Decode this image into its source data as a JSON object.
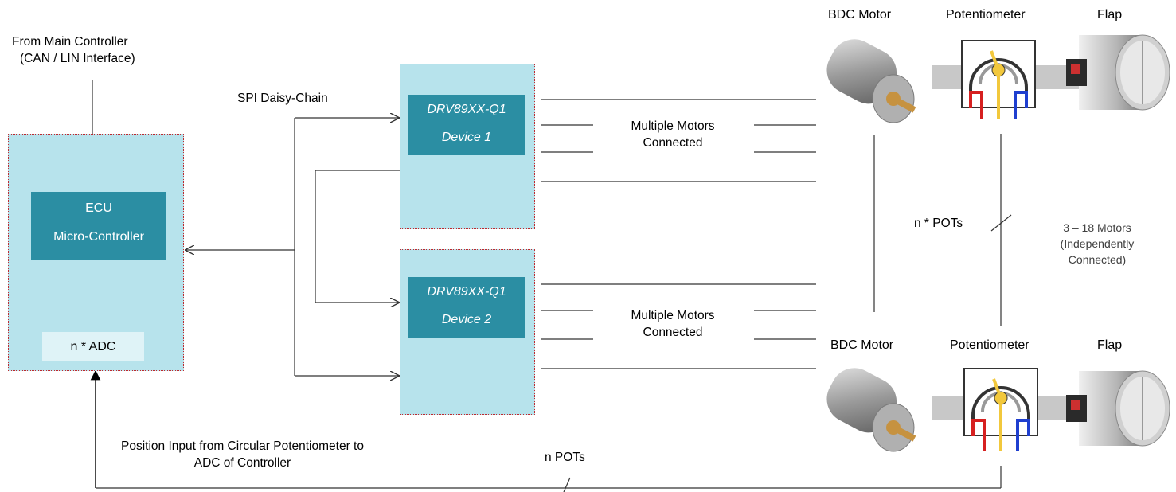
{
  "source": {
    "line1": "From Main Controller",
    "line2": "(CAN / LIN Interface)"
  },
  "spi_label": "SPI Daisy-Chain",
  "ecu": {
    "title": "ECU",
    "subtitle": "Micro-Controller",
    "adc": "n * ADC"
  },
  "device1": {
    "part": "DRV89XX-Q1",
    "name": "Device 1"
  },
  "device2": {
    "part": "DRV89XX-Q1",
    "name": "Device 2"
  },
  "motors_label_1": {
    "line1": "Multiple Motors",
    "line2": "Connected"
  },
  "motors_label_2": {
    "line1": "Multiple Motors",
    "line2": "Connected"
  },
  "top_row": {
    "motor": "BDC Motor",
    "pot": "Potentiometer",
    "flap": "Flap"
  },
  "bottom_row": {
    "motor": "BDC Motor",
    "pot": "Potentiometer",
    "flap": "Flap"
  },
  "n_pots_vertical": "n * POTs",
  "motor_count": {
    "line1": "3 – 18 Motors",
    "line2": "(Independently",
    "line3": "Connected)"
  },
  "feedback": {
    "line1": "Position Input from Circular Potentiometer to",
    "line2": "ADC of Controller"
  },
  "n_pots_bottom": "n POTs",
  "colors": {
    "box_fill": "#b7e3ec",
    "box_border": "#c0282d",
    "inner_fill": "#2b8ea3"
  }
}
